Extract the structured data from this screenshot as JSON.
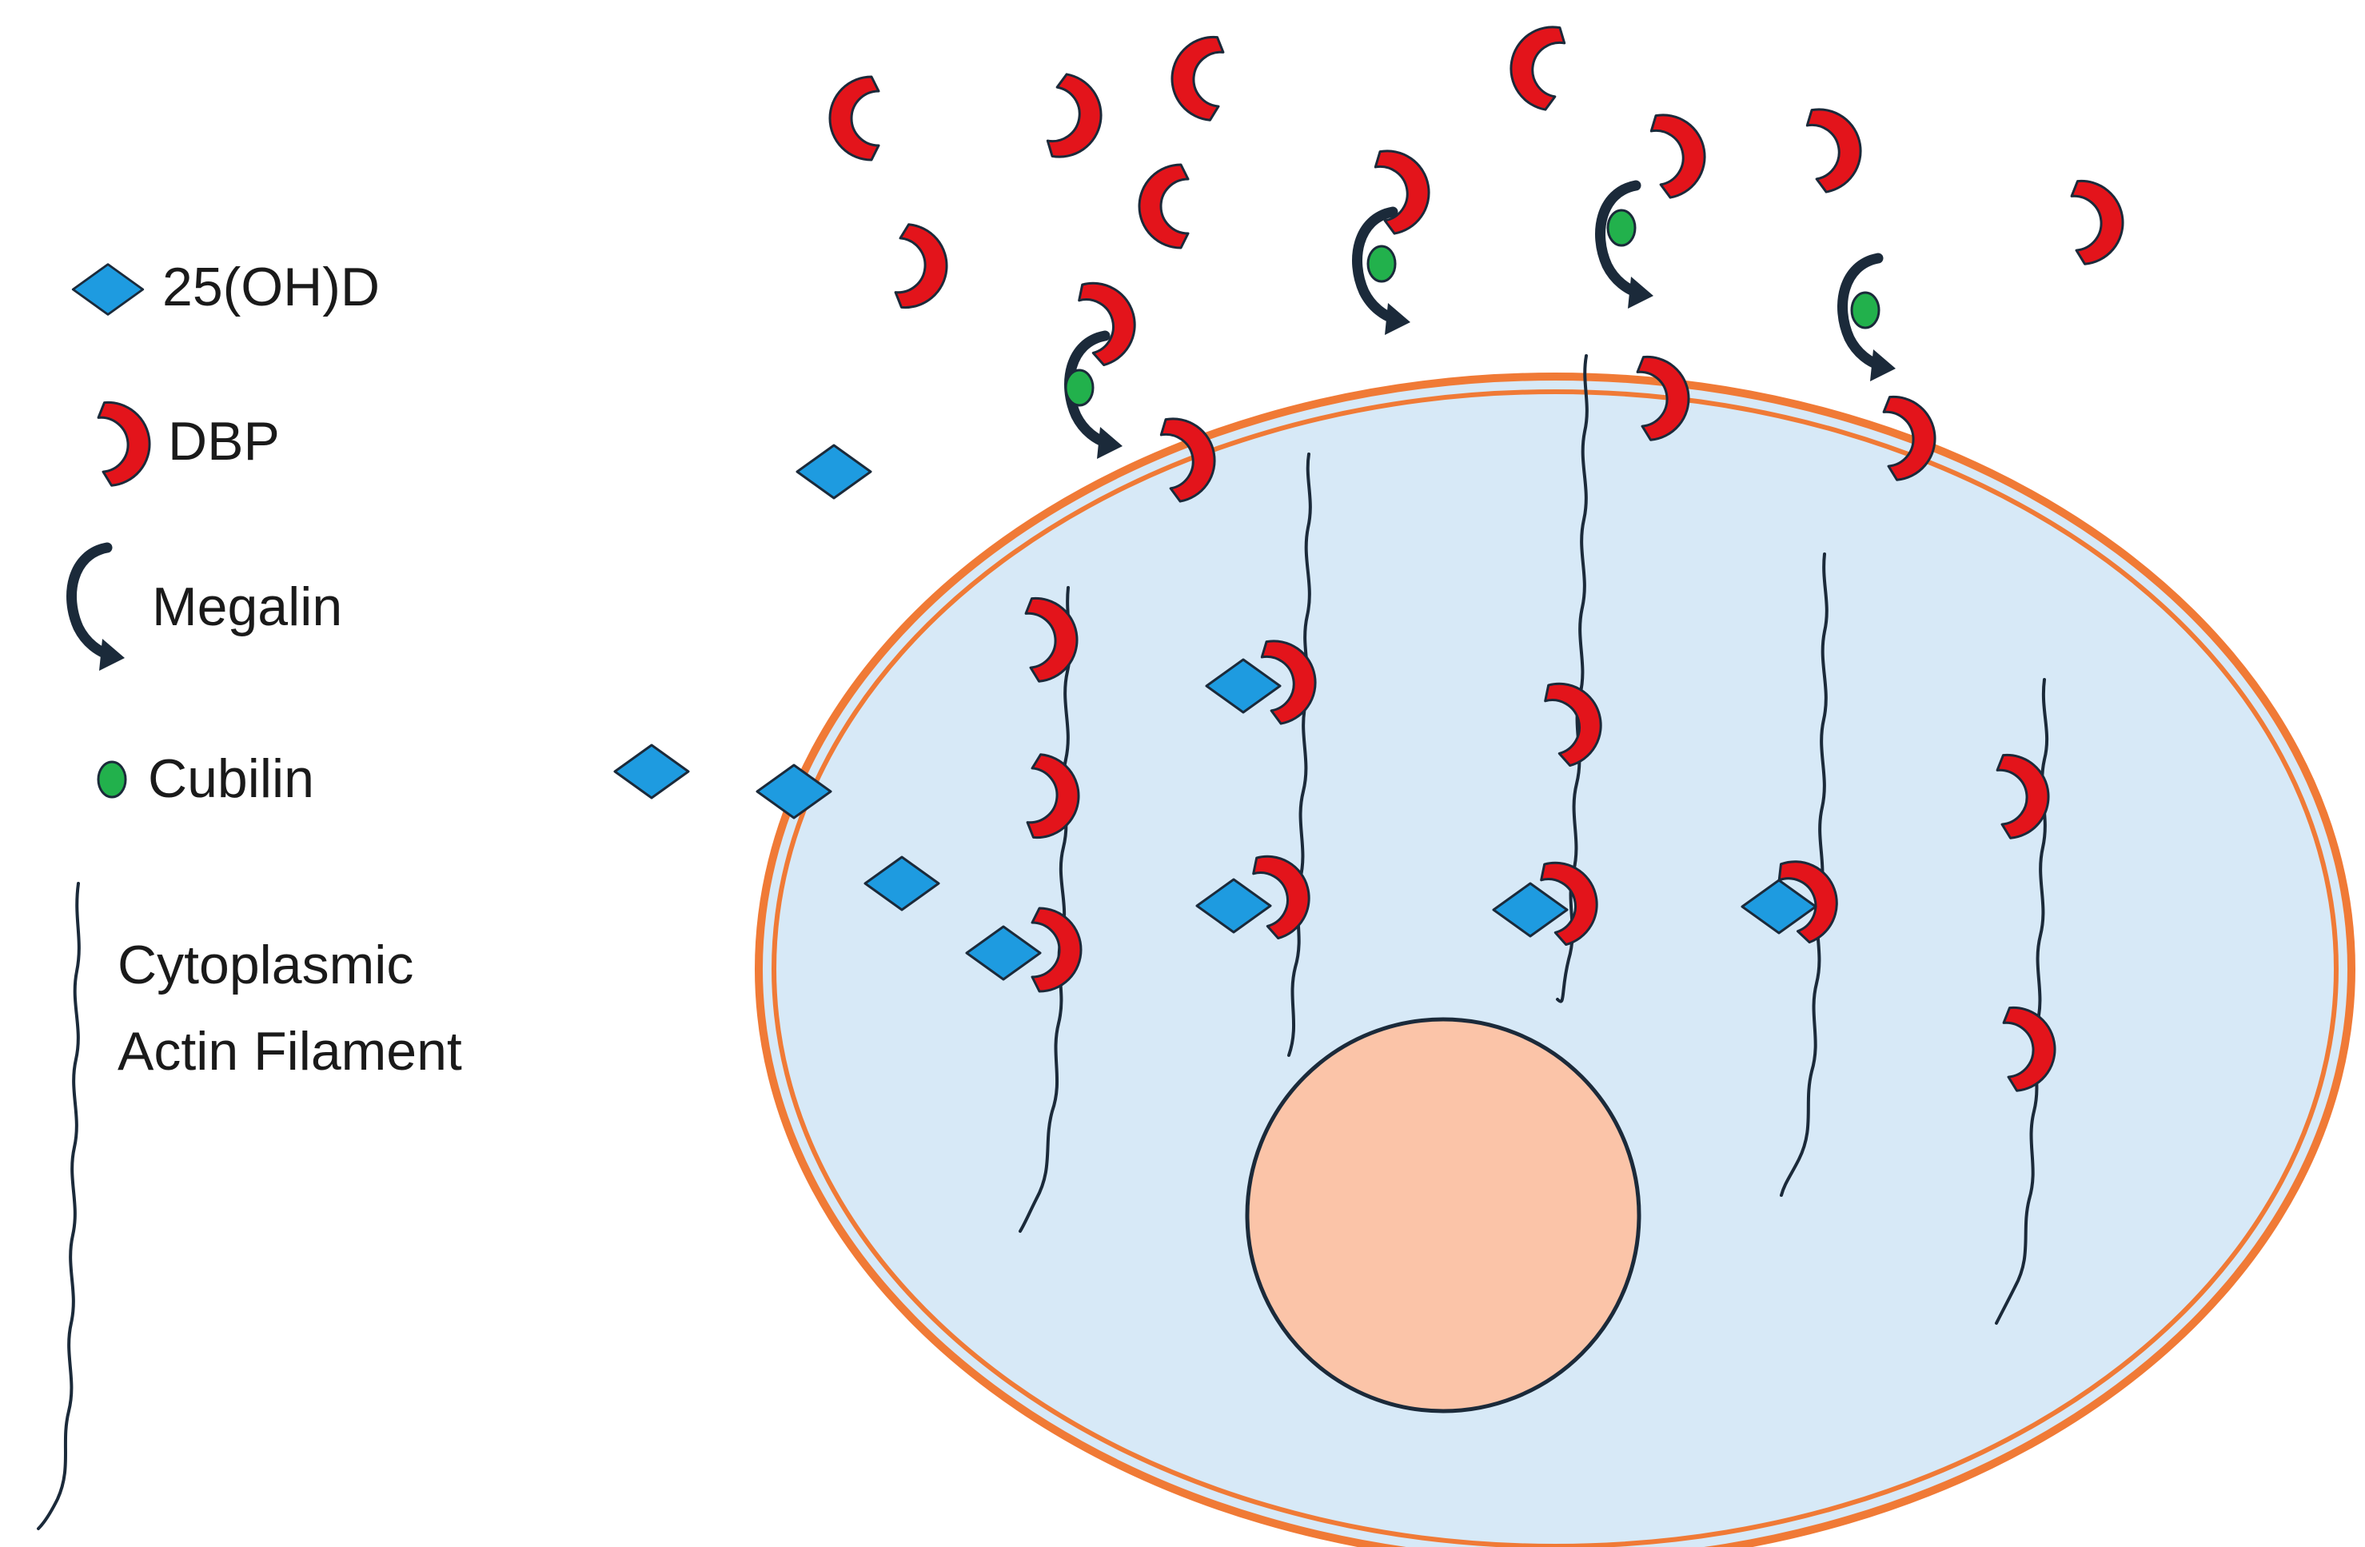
{
  "legend": {
    "items": [
      {
        "key": "25ohd",
        "label": "25(OH)D",
        "icon": "blue-diamond"
      },
      {
        "key": "dbp",
        "label": "DBP",
        "icon": "red-crescent"
      },
      {
        "key": "megalin",
        "label": "Megalin",
        "icon": "dark-hook-arrow"
      },
      {
        "key": "cubilin",
        "label": "Cubilin",
        "icon": "green-dot"
      },
      {
        "key": "actin",
        "label_lines": [
          "Cytoplasmic",
          "Actin Filament"
        ],
        "icon": "wavy-line"
      }
    ]
  },
  "colors": {
    "vitamin_d": "#1E9BE0",
    "dbp": "#E3141B",
    "megalin": "#1B2A3A",
    "cubilin": "#22B14C",
    "cell_fill": "#D7E9F7",
    "cell_membrane": "#F07A36",
    "nucleus_fill": "#FBC4A8",
    "actin": "#1B2A3A"
  }
}
